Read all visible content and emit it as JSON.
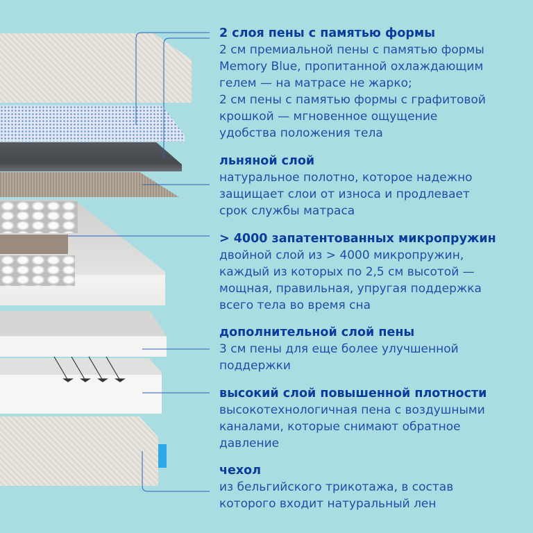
{
  "colors": {
    "background": "#a9dde2",
    "heading": "#0b3c9c",
    "text": "#1d4fa6",
    "leader_line": "#2a5fb8",
    "tag": "#2aa8e8"
  },
  "layers": [
    {
      "title": "2 слоя пены с памятью формы",
      "description": "2 см премиальной пены с памятью формы\nMemory Blue, пропитанной охлаждающим\nгелем — на матрасе не жарко;\n2 см пены с памятью формы с графитовой\nкрошкой — мгновенное ощущение\nудобства положения тела"
    },
    {
      "title": "льняной слой",
      "description": "натуральное полотно, которое надежно\nзащищает слои от износа и продлевает\nсрок службы матраса"
    },
    {
      "title": "> 4000 запатентованных микропружин",
      "description": "двойной слой из > 4000 микропружин,\nкаждый из которых по 2,5 см высотой —\nмощная, правильная, упругая поддержка\nвсего тела во время сна"
    },
    {
      "title": "дополнительной слой пены",
      "description": "3 см пены для еще более улучшенной\nподдержки"
    },
    {
      "title": "высокий слой повышенной плотности",
      "description": "высокотехнологичная пена с воздушными\nканалами, которые снимают обратное\nдавление"
    },
    {
      "title": "чехол",
      "description": "из бельгийского трикотажа, в состав\nкоторого входит натуральный лен"
    }
  ]
}
